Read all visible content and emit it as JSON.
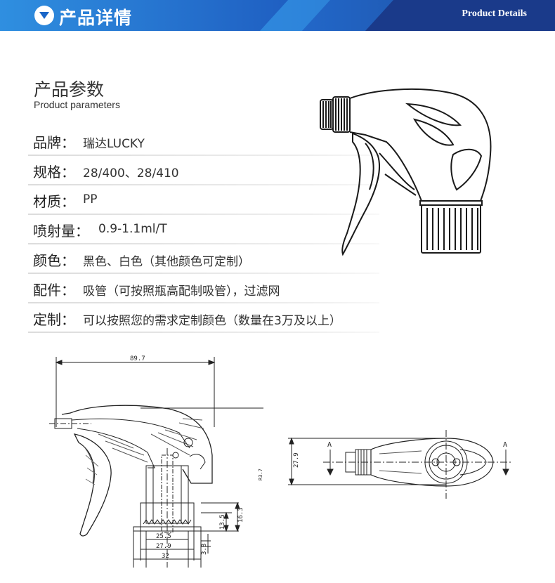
{
  "header": {
    "title": "产品详情",
    "subtitle": "Product Details",
    "colors": {
      "band_dark": "#1a3a8a",
      "band_light": "#2f8fe0",
      "chevron": "#1a66c8"
    }
  },
  "section": {
    "title": "产品参数",
    "subtitle": "Product parameters"
  },
  "params": [
    {
      "label": "品牌：",
      "value": "瑞达LUCKY"
    },
    {
      "label": "规格：",
      "value": "28/400、28/410"
    },
    {
      "label": "材质：",
      "value": "PP"
    },
    {
      "label": "喷射量：",
      "value": "0.9-1.1ml/T"
    },
    {
      "label": "颜色：",
      "value": "黑色、白色（其他颜色可定制）"
    },
    {
      "label": "配件：",
      "value": "吸管（可按照瓶高配制吸管），过滤网"
    },
    {
      "label": "定制：",
      "value": "可以按照您的需求定制颜色（数量在3万及以上）"
    }
  ],
  "drawing": {
    "dims": {
      "width": "89.7",
      "d1": "25.5",
      "d2": "27.9",
      "d3": "32",
      "h1": "13.5",
      "h2": "16.3",
      "h3": "3.8",
      "side": "27.9",
      "r": "R3.7",
      "section_a": "A"
    }
  }
}
